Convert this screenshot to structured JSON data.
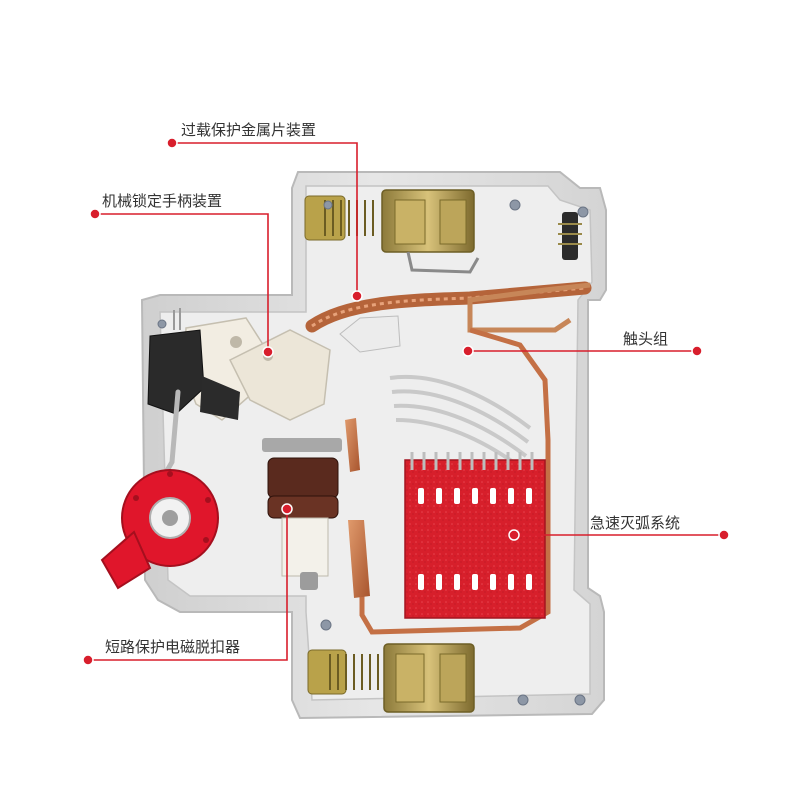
{
  "annotations": [
    {
      "id": "overload",
      "label": "过载保护金属片装置"
    },
    {
      "id": "handle",
      "label": "机械锁定手柄装置"
    },
    {
      "id": "contact",
      "label": "触头组"
    },
    {
      "id": "arc",
      "label": "急速灭弧系统"
    },
    {
      "id": "shortcircuit",
      "label": "短路保护电磁脱扣器"
    }
  ],
  "colors": {
    "leader_line": "#d81e2c",
    "marker": "#d81e2c",
    "label_text": "#333333",
    "arc_chamber": "#d71f2b",
    "housing": "#dcdcdc",
    "copper": "#c8734a",
    "handle_knob": "#e0162b"
  }
}
